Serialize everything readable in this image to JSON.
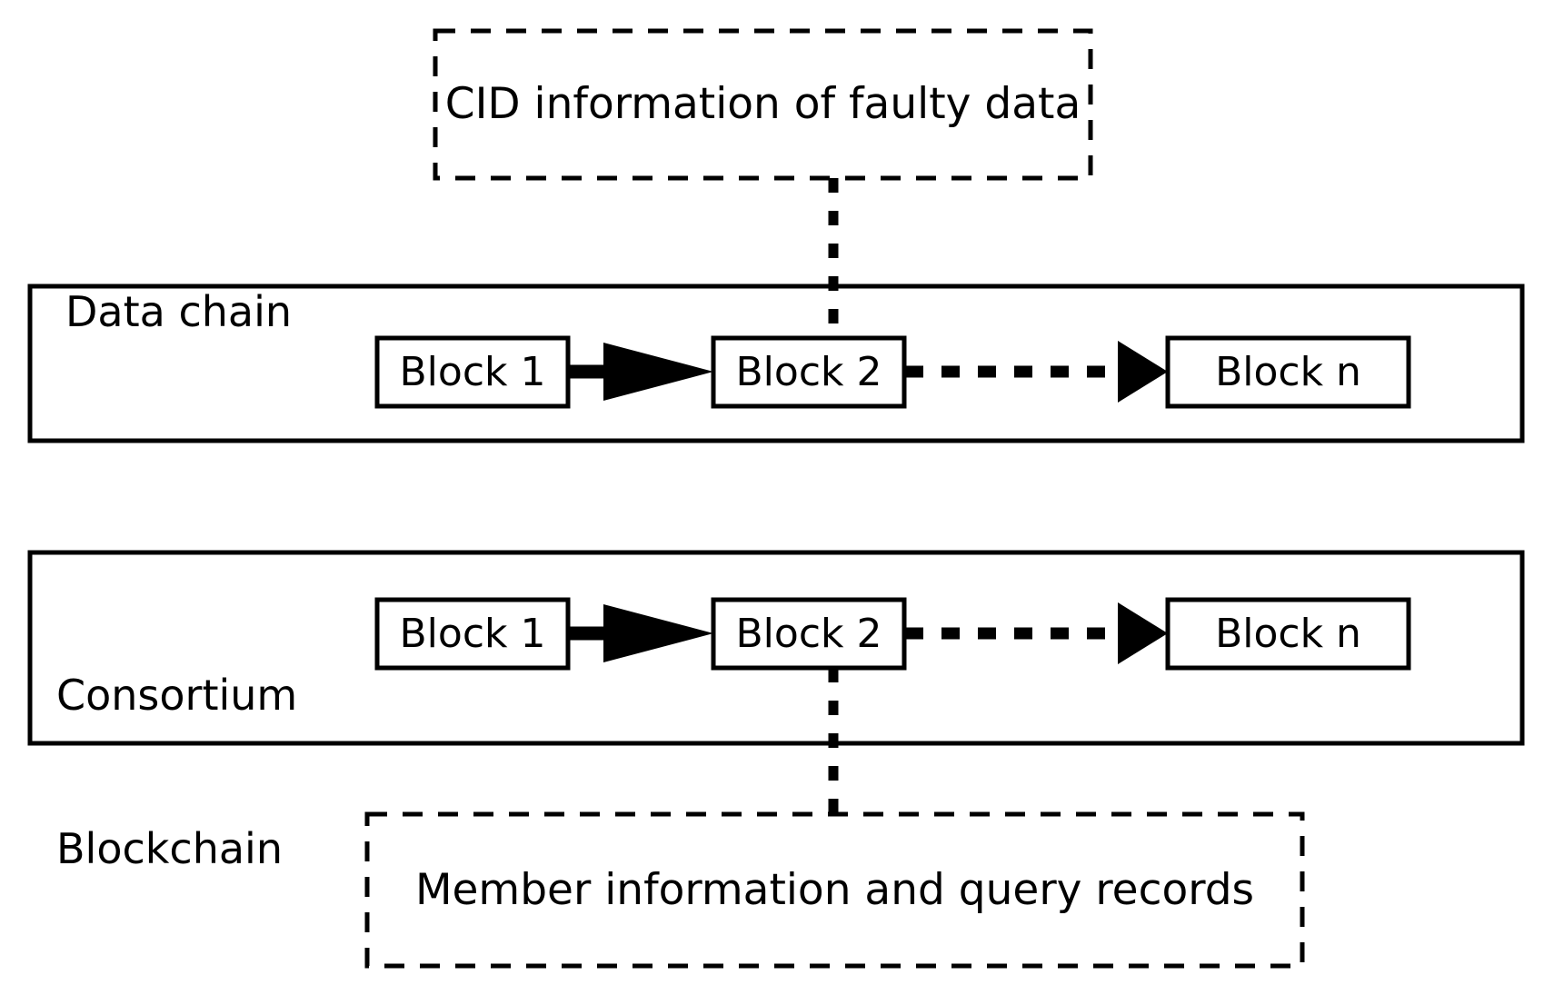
{
  "diagram": {
    "title_note": "Blockchain architecture diagram with data chain and consortium blockchain",
    "stroke_color": "#000000",
    "background_color": "#ffffff"
  },
  "top_note": {
    "label": "CID information of faulty data",
    "border_style": "dashed"
  },
  "bottom_note": {
    "label": "Member information and query records",
    "border_style": "dashed"
  },
  "chains": [
    {
      "name": "data-chain",
      "label": "Data chain",
      "blocks": [
        {
          "label": "Block 1"
        },
        {
          "label": "Block 2"
        },
        {
          "label": "Block n"
        }
      ],
      "connectors": [
        {
          "from": "Block 1",
          "to": "Block 2",
          "style": "solid"
        },
        {
          "from": "Block 2",
          "to": "Block n",
          "style": "dashed"
        }
      ]
    },
    {
      "name": "consortium-blockchain",
      "label": "Consortium\nBlockchain",
      "label_line1": "Consortium",
      "label_line2": "Blockchain",
      "blocks": [
        {
          "label": "Block 1"
        },
        {
          "label": "Block 2"
        },
        {
          "label": "Block n"
        }
      ],
      "connectors": [
        {
          "from": "Block 1",
          "to": "Block 2",
          "style": "solid"
        },
        {
          "from": "Block 2",
          "to": "Block n",
          "style": "dashed"
        }
      ]
    }
  ],
  "links": [
    {
      "name": "cid-note-to-data-block2",
      "from": "CID information of faulty data",
      "to": "Block 2",
      "style": "dotted-vertical"
    },
    {
      "name": "consortium-block2-to-member-note",
      "from": "Block 2",
      "to": "Member information and query records",
      "style": "dotted-vertical"
    }
  ]
}
